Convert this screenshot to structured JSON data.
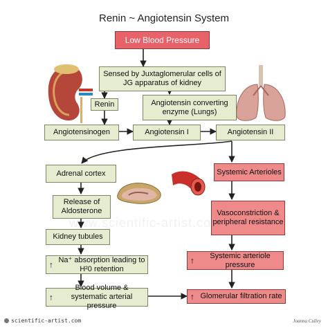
{
  "title": "Renin ~ Angiotensin System",
  "boxes": {
    "low_bp": "Low Blood Pressure",
    "sensed": "Sensed by Juxtaglomerular cells of JG apparatus of kidney",
    "renin": "Renin",
    "ace": "Angiotensin converting enzyme (Lungs)",
    "angiotensinogen": "Angiotensinogen",
    "angiotensin1": "Angiotensin I",
    "angiotensin2": "Angiotensin II",
    "adrenal": "Adrenal cortex",
    "aldosterone": "Release of Aldosterone",
    "kidney_tubules": "Kidney tubules",
    "na": "Na⁺ absorption leading to H²0 retention",
    "blood_volume": "Blood volume & systematic arterial pressure",
    "sys_arterioles": "Systemic Arterioles",
    "vasoconstriction": "Vasoconstriction & peripheral resistance",
    "sys_pressure": "Systemic arteriole pressure",
    "gfr": "Glomerular filtration rate"
  },
  "up_symbol": "↑",
  "footer": {
    "site": "scientific-artist.com",
    "signature": "Joanna Culley"
  },
  "watermark": "www.scientific-artist.com",
  "icons": [
    "kidney-illustration",
    "lungs-illustration",
    "adrenal-tissue-illustration",
    "artery-illustration"
  ],
  "colors": {
    "green_fill": "#e6ecd0",
    "red_fill": "#ef8a8a",
    "red_top": "#e8626a"
  }
}
